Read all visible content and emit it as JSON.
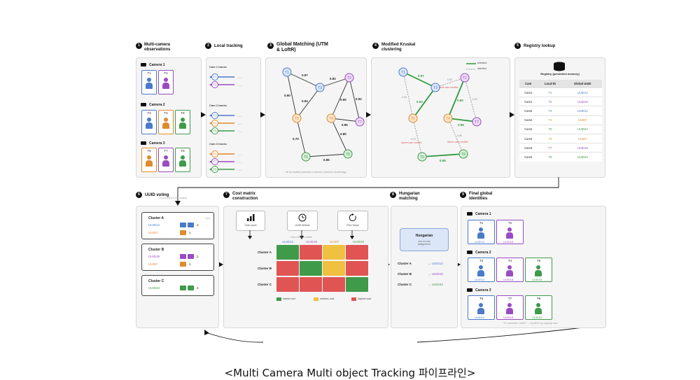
{
  "steps": [
    {
      "num": "1",
      "title": "Multi-camera observations"
    },
    {
      "num": "2",
      "title": "Local tracking"
    },
    {
      "num": "3",
      "title": "Global Matching (UTM & LoftR)"
    },
    {
      "num": "4",
      "title": "Modified Kruskal clustering"
    },
    {
      "num": "5",
      "title": "Registry lookup"
    },
    {
      "num": "6",
      "title": "UUID voting"
    },
    {
      "num": "7",
      "title": "Cost matrix construction"
    },
    {
      "num": "8",
      "title": "Hungarian matching"
    },
    {
      "num": "9",
      "title": "Final global identities"
    }
  ],
  "cameras": [
    "Camera 1",
    "Camera 2",
    "Camera 3"
  ],
  "persons": {
    "T1": "T1",
    "T2": "T2",
    "T3": "T3",
    "T4": "T4",
    "T5": "T5",
    "T6": "T6",
    "T7": "T7",
    "T8": "T8"
  },
  "tracks": {
    "cam1": "Cam 1 tracks",
    "cam2": "Cam 2 tracks",
    "cam3": "Cam 3 tracks",
    "ellipsis": "....."
  },
  "graph": {
    "nodes": [
      "T1",
      "T2",
      "T3",
      "T4",
      "T5",
      "T6",
      "T7",
      "T8"
    ],
    "edges": [
      "0.97",
      "0.92",
      "0.90",
      "0.94",
      "0.90",
      "0.92",
      "0.70",
      "0.95",
      "0.80",
      "0.96"
    ],
    "footer": "all accepted pairwise matches (before clustering)"
  },
  "kruskal": {
    "legend_selected": "selected",
    "legend_rejected": "rejected",
    "same_cam": "Same-cam conflict",
    "weight": "weight"
  },
  "registry": {
    "title": "Registry (persistent memory)",
    "headers": [
      "Cam",
      "Local ID",
      "Global UUID"
    ],
    "rows": [
      [
        "Cam1",
        "T1",
        "UUID12"
      ],
      [
        "Cam1",
        "T2",
        "UUID18"
      ],
      [
        "Cam2",
        "T3",
        "UUID12"
      ],
      [
        "Cam2",
        "T4",
        "UUID7"
      ],
      [
        "Cam2",
        "T5",
        "UUID33"
      ],
      [
        "Cam3",
        "T6",
        "UUID7"
      ],
      [
        "Cam3",
        "T7",
        "UUID18"
      ],
      [
        "Cam3",
        "T8",
        "UUID33"
      ]
    ]
  },
  "voting": {
    "subtitle": "count votes from registry",
    "clusters": [
      {
        "name": "Cluster A",
        "votes": [
          {
            "uuid": "UUID12",
            "count": "2"
          },
          {
            "uuid": "UUID7",
            "count": "1"
          }
        ]
      },
      {
        "name": "Cluster B",
        "votes": [
          {
            "uuid": "UUID18",
            "count": "2"
          },
          {
            "uuid": "UUID7",
            "count": "1"
          }
        ]
      },
      {
        "name": "Cluster C",
        "votes": [
          {
            "uuid": "UUID33",
            "count": "2"
          }
        ]
      }
    ]
  },
  "cost": {
    "icons": [
      "Vote count",
      "UUID lifetime",
      "Prev frame"
    ],
    "note": "cost: lower is better",
    "cols": [
      "UUID12",
      "UUID18",
      "UUID7",
      "UUID33"
    ],
    "rows": [
      "Cluster A",
      "Cluster B",
      "Cluster C"
    ],
    "legend": [
      "lowest cost",
      "medium cost",
      "highest cost"
    ]
  },
  "hungarian": {
    "box_title": "Hungarian",
    "box_sub": "one-to-one assignment",
    "assign": [
      {
        "cluster": "Cluster A",
        "uuid": "UUID12"
      },
      {
        "cluster": "Cluster B",
        "uuid": "UUID18"
      },
      {
        "cluster": "Cluster C",
        "uuid": "UUID33"
      }
    ]
  },
  "final": {
    "note": "T4 corrected: UUID7 → UUID12 by majority vote"
  },
  "caption": "<Multi Camera Multi object Tracking 파이프라인>",
  "colors": {
    "blue": "#4a7ac8",
    "purple": "#9a4bc2",
    "orange": "#e08a2e",
    "green": "#3f9a4a",
    "red": "#e05454",
    "yellow": "#f0c040"
  }
}
